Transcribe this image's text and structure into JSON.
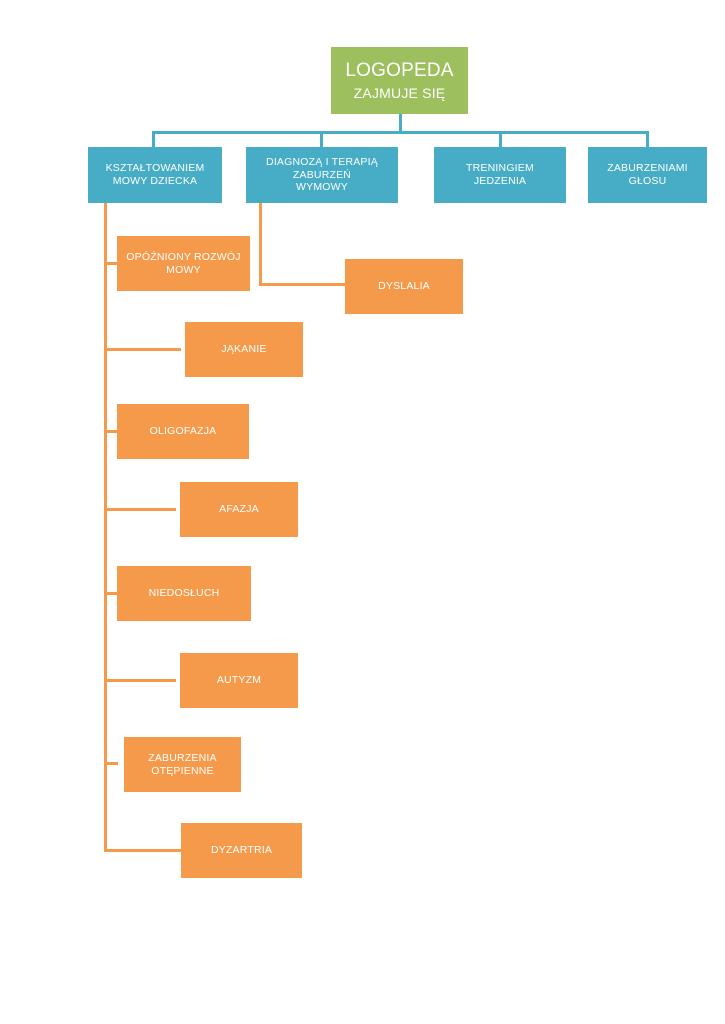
{
  "colors": {
    "root_fill": "#9dbf5e",
    "level1_fill": "#47adc6",
    "level2_fill": "#f59a4b",
    "connector_blue": "#47adc6",
    "connector_orange": "#f59a4b",
    "text": "#ffffff",
    "background": "#ffffff"
  },
  "diagram": {
    "type": "organizational-tree",
    "root": {
      "title_line1": "LOGOPEDA",
      "title_line2": "ZAJMUJE SIĘ"
    },
    "level1": [
      {
        "label": "KSZTAŁTOWANIEM\nMOWY DZIECKA"
      },
      {
        "label": "DIAGNOZĄ I TERAPIĄ\nZABURZEŃ\nWYMOWY"
      },
      {
        "label": "TRENINGIEM\nJEDZENIA"
      },
      {
        "label": "ZABURZENIAMI\nGŁOSU"
      }
    ],
    "branch_speech_development": [
      {
        "label": "OPÓŹNIONY ROZWÓJ\nMOWY"
      },
      {
        "label": "JĄKANIE"
      },
      {
        "label": "OLIGOFAZJA"
      },
      {
        "label": "AFAZJA"
      },
      {
        "label": "NIEDOSŁUCH"
      },
      {
        "label": "AUTYZM"
      },
      {
        "label": "ZABURZENIA\nOTĘPIENNE"
      },
      {
        "label": "DYZARTRIA"
      }
    ],
    "branch_pronunciation": [
      {
        "label": "DYSLALIA"
      }
    ]
  }
}
